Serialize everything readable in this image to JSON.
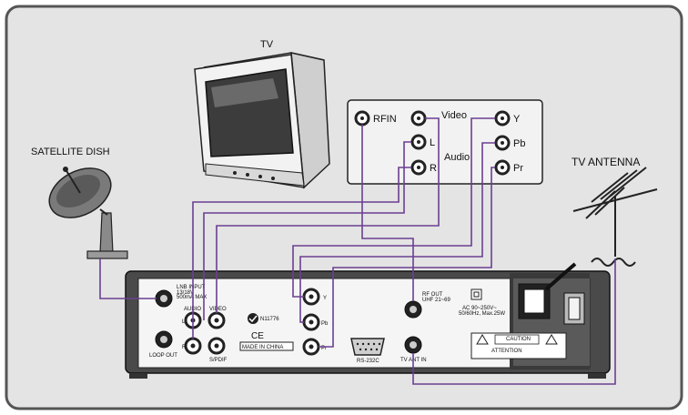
{
  "labels": {
    "tv": "TV",
    "satellite_dish": "SATELLITE DISH",
    "tv_antenna": "TV ANTENNA"
  },
  "tv_panel": {
    "rfin": "RFIN",
    "video": "Video",
    "audio": "Audio",
    "l": "L",
    "r": "R",
    "y": "Y",
    "pb": "Pb",
    "pr": "Pr"
  },
  "receiver": {
    "lnb_input": "LNB INPUT",
    "lnb_spec_1": "13/18V",
    "lnb_spec_2": "500mA MAX",
    "loop_out": "LOOP OUT",
    "audio": "AUDIO",
    "video": "VIDEO",
    "l": "L",
    "r": "R",
    "spdif": "S/PDIF",
    "cert_code": "N11776",
    "ce_mark": "CE",
    "made_in": "MADE IN CHINA",
    "y": "Y",
    "pb": "Pb",
    "pr": "Pr",
    "rs232c": "RS-232C",
    "rf_out": "RF OUT",
    "rf_out_sub": "UHF 21~69",
    "tv_ant_in": "TV ANT IN",
    "power_rating_1": "AC 90~250V~",
    "power_rating_2": "50/60Hz, Max.25W",
    "caution": "CAUTION",
    "attention": "ATTENTION"
  },
  "colors": {
    "frame": "#e4e4e4",
    "frame_border": "#555555",
    "cable": "#6b3f92",
    "panel": "#eeeeee",
    "receiver_body": "#4a4a4a"
  }
}
